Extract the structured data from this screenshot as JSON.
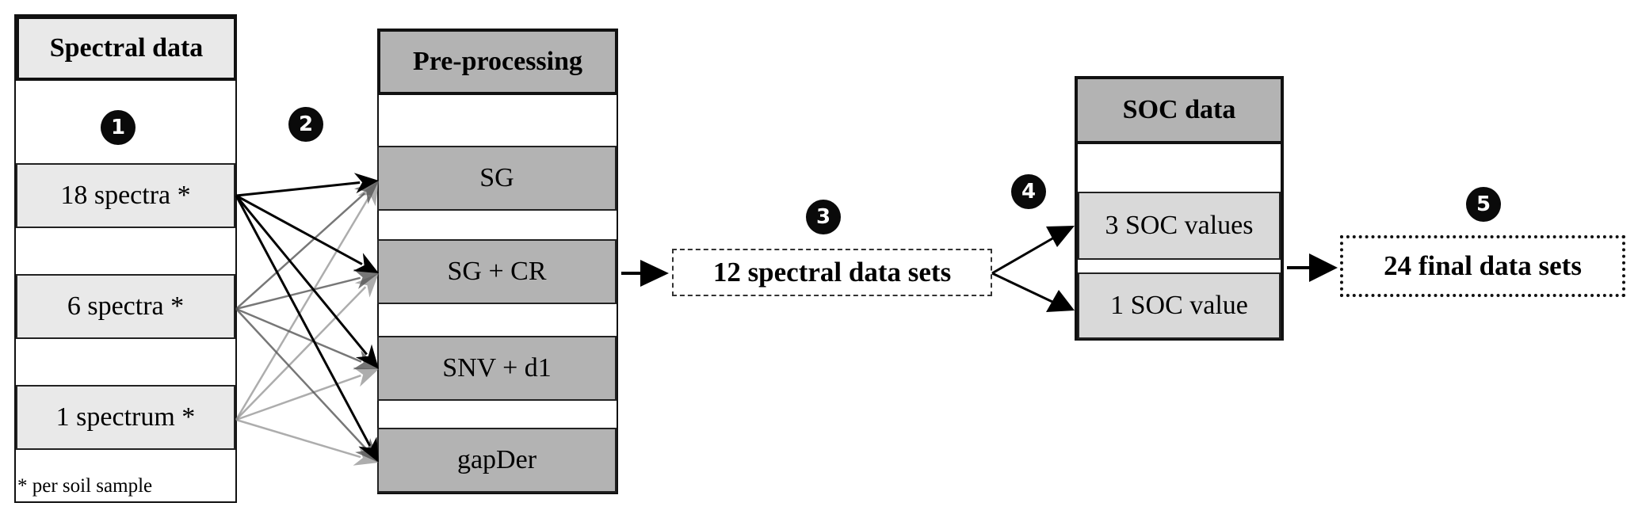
{
  "steps": [
    "1",
    "2",
    "3",
    "4",
    "5"
  ],
  "spectral_data": {
    "title": "Spectral data",
    "items": [
      "18 spectra *",
      "6 spectra *",
      "1 spectrum *"
    ],
    "footnote": "* per soil sample"
  },
  "preprocessing": {
    "title": "Pre-processing",
    "items": [
      "SG",
      "SG + CR",
      "SNV + d1",
      "gapDer"
    ]
  },
  "spectral_sets": {
    "label": "12 spectral data sets"
  },
  "soc_data": {
    "title": "SOC data",
    "items": [
      "3 SOC values",
      "1 SOC value"
    ]
  },
  "final_sets": {
    "label": "24 final data sets"
  },
  "colors": {
    "from_18_spectra": "#000000",
    "from_6_spectra": "#555555",
    "from_1_spectrum": "#8a8a8a",
    "header_light": "#e9e9e9",
    "header_dark": "#b3b3b3",
    "soc_cell": "#d9d9d9"
  },
  "connections": [
    {
      "from": "18 spectra *",
      "to": [
        "SG",
        "SG + CR",
        "SNV + d1",
        "gapDer"
      ]
    },
    {
      "from": "6 spectra *",
      "to": [
        "SG",
        "SG + CR",
        "SNV + d1",
        "gapDer"
      ]
    },
    {
      "from": "1 spectrum *",
      "to": [
        "SG",
        "SG + CR",
        "SNV + d1",
        "gapDer"
      ]
    }
  ]
}
